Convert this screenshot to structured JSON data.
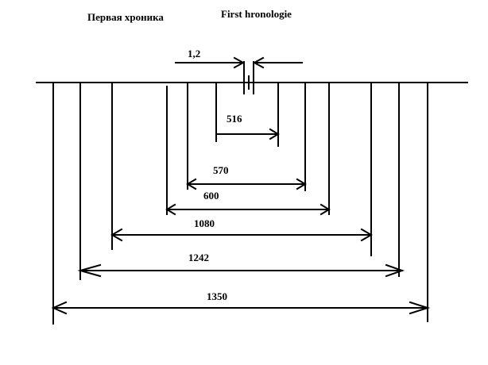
{
  "titles": {
    "russian": "Первая хроника",
    "english": "First hronologie"
  },
  "dimensions": [
    {
      "value": "1,2"
    },
    {
      "value": "516"
    },
    {
      "value": "570"
    },
    {
      "value": "600"
    },
    {
      "value": "1080"
    },
    {
      "value": "1242"
    },
    {
      "value": "1350"
    }
  ],
  "colors": {
    "stroke": "#000000",
    "background": "#ffffff"
  }
}
